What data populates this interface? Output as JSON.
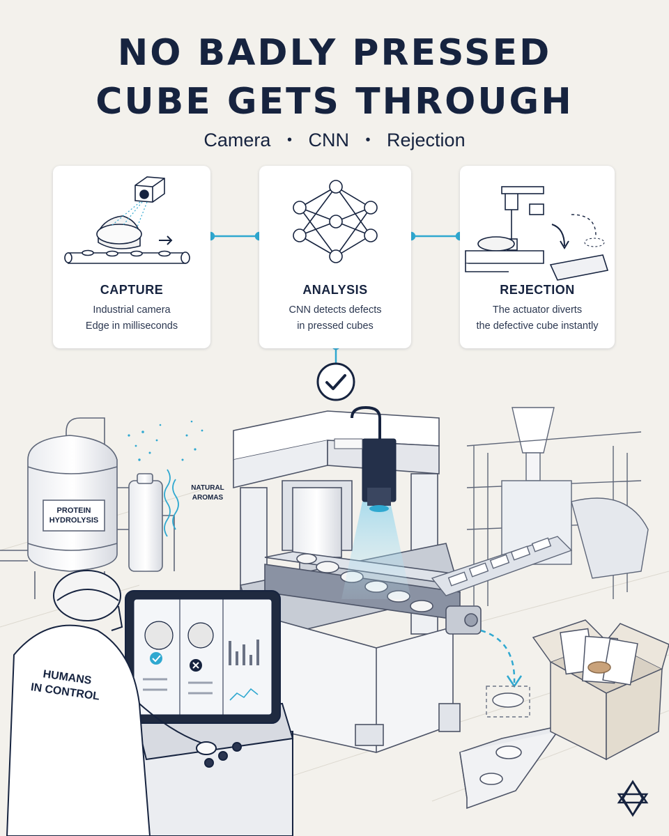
{
  "header": {
    "title_line1": "NO BADLY PRESSED",
    "title_line2": "CUBE GETS THROUGH",
    "subtitle_items": [
      "Camera",
      "CNN",
      "Rejection"
    ],
    "subtitle_separator": "•"
  },
  "steps": [
    {
      "title": "CAPTURE",
      "description": [
        "Industrial camera",
        "Edge in milliseconds"
      ],
      "icon": "camera-conveyor-icon"
    },
    {
      "title": "ANALYSIS",
      "description": [
        "CNN detects defects",
        "in pressed cubes"
      ],
      "icon": "neural-network-icon"
    },
    {
      "title": "REJECTION",
      "description": [
        "The actuator diverts",
        "the defective cube instantly"
      ],
      "icon": "actuator-diverter-icon"
    }
  ],
  "scene": {
    "tank_label_line1": "PROTEIN",
    "tank_label_line2": "HYDROLYSIS",
    "aromas_line1": "NATURAL",
    "aromas_line2": "AROMAS",
    "operator_label_line1": "HUMANS",
    "operator_label_line2": "IN CONTROL",
    "checkmark_icon": "checkmark-circle-icon",
    "corner_logo_icon": "logo-icon"
  },
  "colors": {
    "navy": "#16233f",
    "accent_cyan": "#2fa8d0",
    "background": "#f3f1ec",
    "card": "#ffffff",
    "line_grey": "#6a7284"
  }
}
